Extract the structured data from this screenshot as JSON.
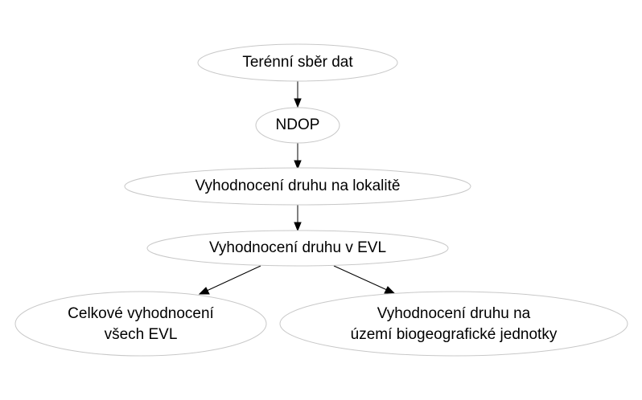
{
  "nodes": {
    "field_data_collection": {
      "label": "Terénní sběr dat"
    },
    "ndop": {
      "label": "NDOP"
    },
    "site_species_evaluation": {
      "label": "Vyhodnocení druhu na lokalitě"
    },
    "evl_species_evaluation": {
      "label": "Vyhodnocení druhu v EVL"
    },
    "overall_evl_evaluation": {
      "lines": [
        "Celkové vyhodnocení",
        "všech EVL"
      ]
    },
    "biogeographic_evaluation": {
      "lines": [
        "Vyhodnocení druhu na",
        "území biogeografické jednotky"
      ]
    }
  },
  "edges": [
    {
      "from": "field_data_collection",
      "to": "ndop"
    },
    {
      "from": "ndop",
      "to": "site_species_evaluation"
    },
    {
      "from": "site_species_evaluation",
      "to": "evl_species_evaluation"
    },
    {
      "from": "evl_species_evaluation",
      "to": "overall_evl_evaluation"
    },
    {
      "from": "evl_species_evaluation",
      "to": "biogeographic_evaluation"
    }
  ],
  "colors": {
    "node_border": "#c8c8c8",
    "node_fill": "#ffffff",
    "text": "#000000",
    "edge": "#000000"
  }
}
